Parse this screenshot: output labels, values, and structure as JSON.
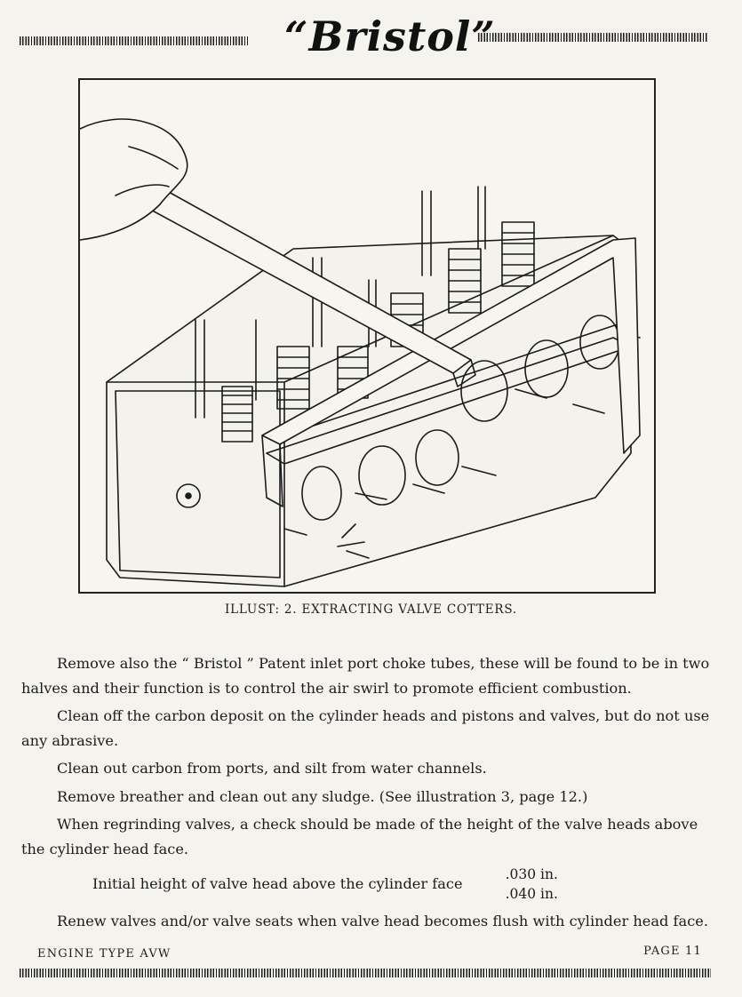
{
  "masthead": {
    "logo": "“Bristol”"
  },
  "figure": {
    "caption": "ILLUST: 2.  EXTRACTING VALVE COTTERS."
  },
  "body": {
    "paragraphs": [
      "Remove also the “ Bristol ” Patent inlet port choke tubes, these will be found to be in two halves and their function is to control the air swirl to promote efficient combustion.",
      "Clean off the carbon deposit on the cylinder heads and pistons and valves, but do not use any abrasive.",
      "Clean out carbon from ports, and silt from water channels.",
      "Remove breather and clean out any sludge.  (See illustration 3, page 12.)",
      "When regrinding valves, a check should be made of the height of the valve heads above the cylinder head face."
    ],
    "valve_height": {
      "label": "Initial height of valve head above the cylinder face",
      "min": ".030 in.",
      "max": ".040 in."
    },
    "closing": "Renew valves and/or valve seats when valve head becomes flush with cylinder head face."
  },
  "footer": {
    "left": "ENGINE TYPE AVW",
    "right": "PAGE 11"
  }
}
